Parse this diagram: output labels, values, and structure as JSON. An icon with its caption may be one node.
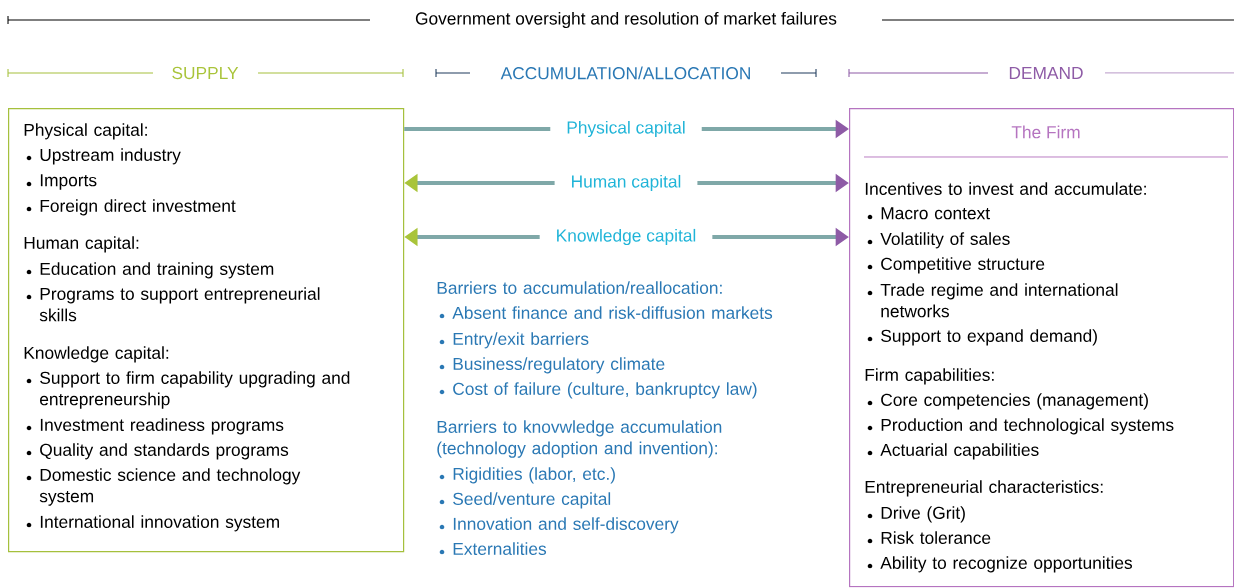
{
  "diagram": {
    "title": "Government oversight and resolution of market failures",
    "nodes": [
      {
        "text": [
          "Physical capital:",
          "Upstream industry",
          "Imports",
          "Foreign direct investment",
          "Human capital:",
          "Education and training system",
          "Programs to support entrepreneurial skills",
          "Knowledge capital:",
          "Support to firm capability upgrading and entrepreneurship",
          "Investment readiness programs",
          "Quality and standards programs",
          "Domestic science and technology system",
          "International innovation system"
        ]
      },
      {
        "text": [
          "The Firm",
          "Incentives to invest and accumulate:",
          "Macro context",
          "Volatility of sales",
          "Competitive structure",
          "Trade regime and international networks",
          "Support to expand demand)",
          "Firm capabilities:",
          "Core competencies (management)",
          "Production and technological systems",
          "Actuarial capabilities",
          "Entrepreneurial characteristics:",
          "Drive (Grit)",
          "Risk tolerance",
          "Ability to recognize opportunities"
        ]
      }
    ],
    "edges": [
      {
        "from": 0,
        "to": 1,
        "arrow": "to",
        "label": "Physical capital"
      },
      {
        "from": 0,
        "to": 1,
        "arrow": "both",
        "label": "Human capital"
      },
      {
        "from": 0,
        "to": 1,
        "arrow": "both",
        "label": "Knowledge capital"
      }
    ],
    "labels": [
      "SUPPLY",
      "ACCUMULATION/ALLOCATION",
      "DEMAND",
      "Barriers to accumulation/reallocation:",
      "Absent finance and risk-diffusion markets",
      "Entry/exit barriers",
      "Business/regulatory climate",
      "Cost of failure (culture, bankruptcy law)",
      "Barriers to knovwledge accumulation (technology adoption and invention):",
      "Rigidities (labor, etc.)",
      "Seed/venture capital",
      "Innovation and self-discovery",
      "Externalities"
    ]
  }
}
